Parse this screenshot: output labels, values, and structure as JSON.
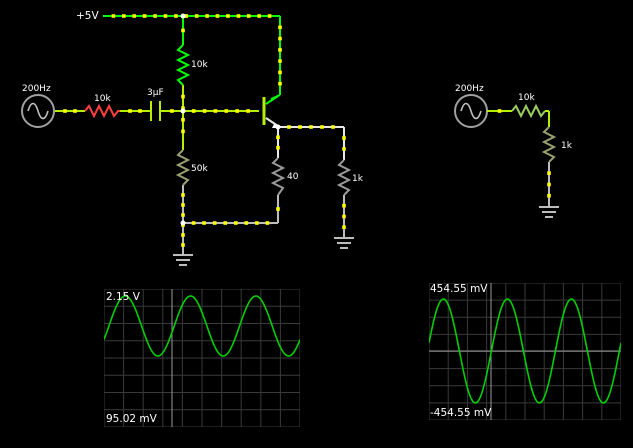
{
  "circuit": {
    "supply_label": "+5V",
    "source_left": {
      "label": "200Hz"
    },
    "source_right": {
      "label": "200Hz"
    },
    "r_input": "10k",
    "capacitor": "3µF",
    "r_bias_top": "10k",
    "r_bias_bottom": "50k",
    "r_emitter": "40",
    "r_load": "1k",
    "r_divider_top": "10k",
    "r_divider_bottom": "1k"
  },
  "scopes": [
    {
      "max_label": "2.15 V",
      "min_label": "95.02 mV",
      "trace_color": "#00d000",
      "cycles": 3.0
    },
    {
      "max_label": "454.55 mV",
      "min_label": "-454.55 mV",
      "trace_color": "#00d000",
      "cycles": 3.0
    }
  ],
  "colors": {
    "wire": "#d7d7d7",
    "wire_live": "#00ff00",
    "wire_mid": "#b5f000",
    "dot": "#ffff00",
    "resistor_hot": "#ff4040",
    "grid": "#3a3a3a",
    "scope_axis": "#9a9a9a"
  }
}
